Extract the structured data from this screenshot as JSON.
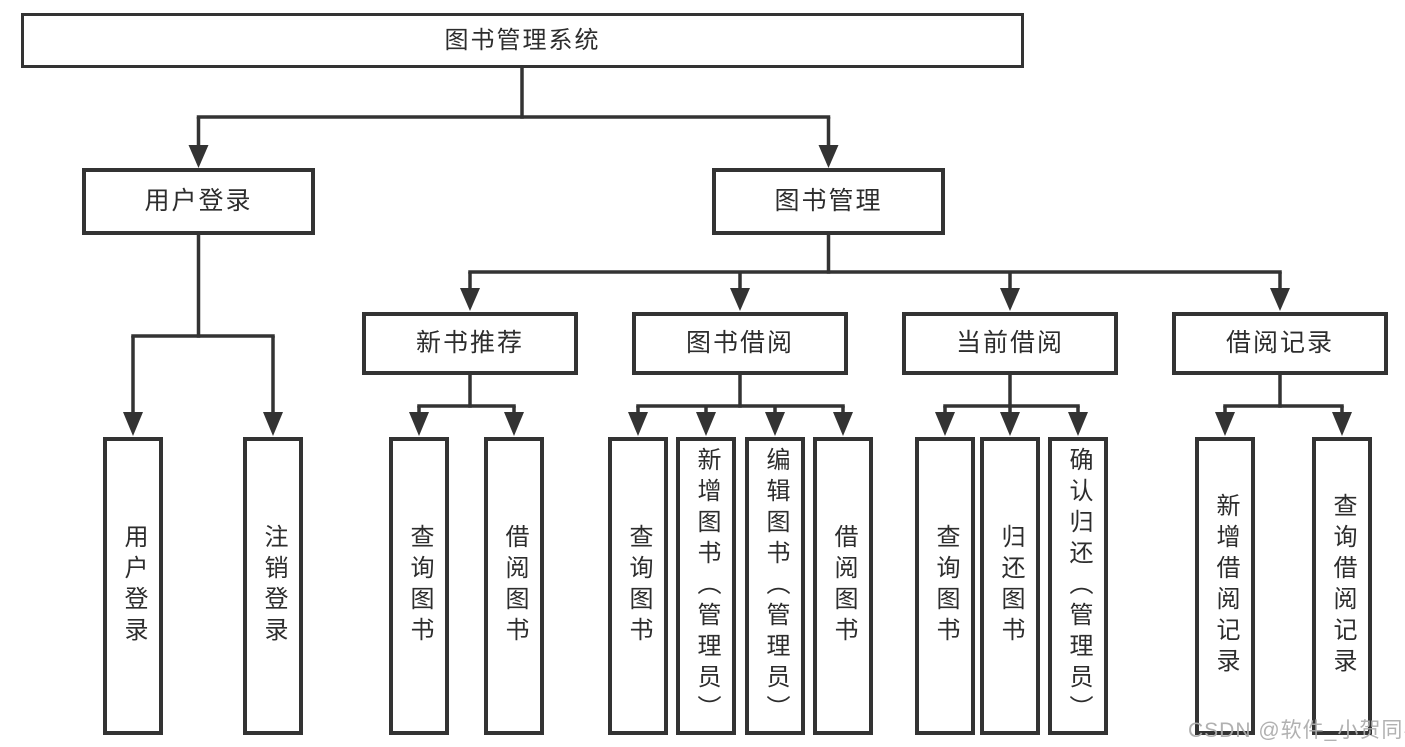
{
  "colors": {
    "line": "#333333",
    "box_border": "#333333",
    "box_fill": "#ffffff",
    "text": "#2d2d2d",
    "watermark": "#adadad",
    "background": "#ffffff"
  },
  "diagram": {
    "root": {
      "label": "图书管理系统"
    },
    "level2": [
      {
        "label": "用户登录"
      },
      {
        "label": "图书管理"
      }
    ],
    "level3": [
      {
        "label": "新书推荐"
      },
      {
        "label": "图书借阅"
      },
      {
        "label": "当前借阅"
      },
      {
        "label": "借阅记录"
      }
    ],
    "leaves": [
      {
        "label": "用户登录"
      },
      {
        "label": "注销登录"
      },
      {
        "label": "查询图书"
      },
      {
        "label": "借阅图书"
      },
      {
        "label": "查询图书"
      },
      {
        "label": "新增图书（管理员）"
      },
      {
        "label": "编辑图书（管理员）"
      },
      {
        "label": "借阅图书"
      },
      {
        "label": "查询图书"
      },
      {
        "label": "归还图书"
      },
      {
        "label": "确认归还（管理员）"
      },
      {
        "label": "新增借阅记录"
      },
      {
        "label": "查询借阅记录"
      }
    ]
  },
  "watermark": {
    "text": "CSDN @软件_小贺同学"
  }
}
